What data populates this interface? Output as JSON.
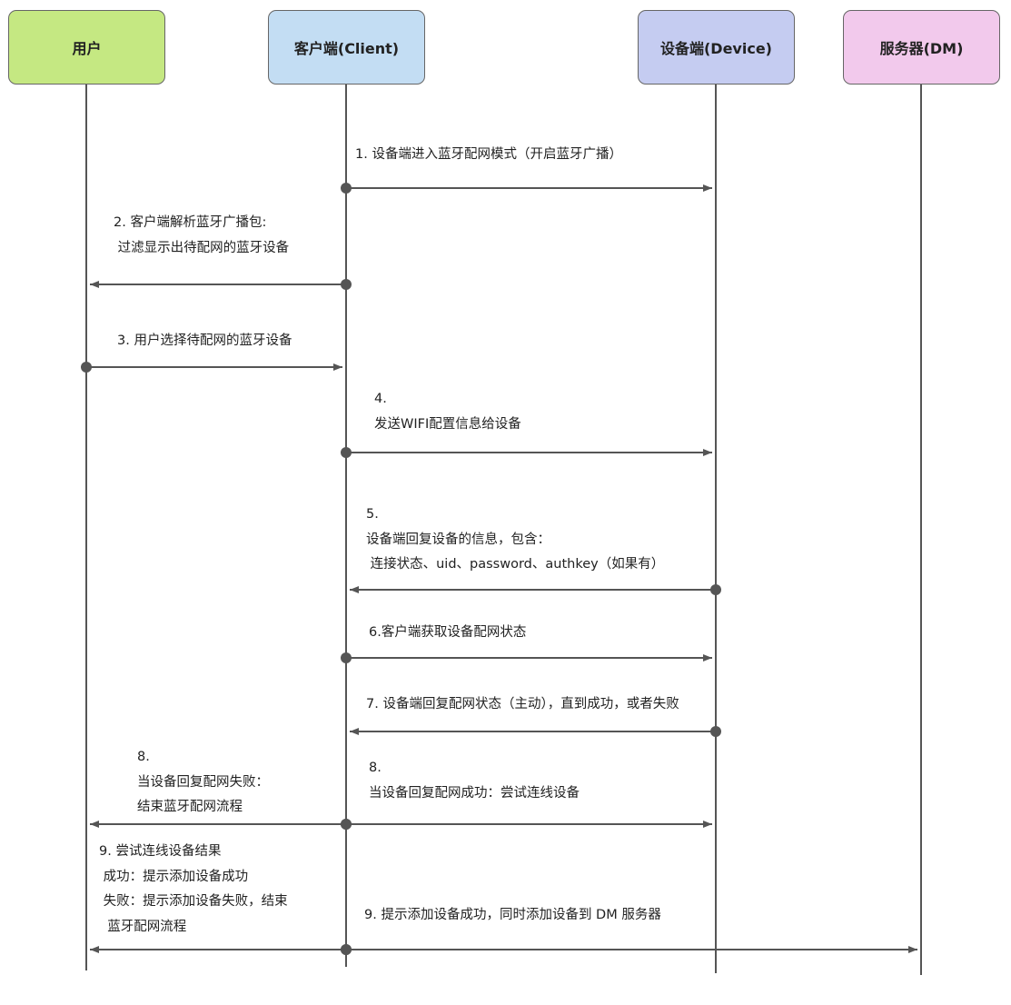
{
  "actors": [
    {
      "label": "用户",
      "color": "#c5e882"
    },
    {
      "label": "客户端(Client)",
      "color": "#c3ddf3"
    },
    {
      "label": "设备端(Device)",
      "color": "#c5ccf1"
    },
    {
      "label": "服务器(DM)",
      "color": "#f2c9ec"
    }
  ],
  "messages": [
    {
      "text": "1. 设备端进入蓝牙配网模式（开启蓝牙广播）",
      "from": 1,
      "to": 2
    },
    {
      "text": "2. 客户端解析蓝牙广播包:\n 过滤显示出待配网的蓝牙设备",
      "from": 1,
      "to": 0
    },
    {
      "text": "3. 用户选择待配网的蓝牙设备",
      "from": 0,
      "to": 1
    },
    {
      "text": "4.\n发送WIFI配置信息给设备",
      "from": 1,
      "to": 2
    },
    {
      "text": "5.\n设备端回复设备的信息，包含：\n 连接状态、uid、password、authkey（如果有）",
      "from": 2,
      "to": 1
    },
    {
      "text": "6.客户端获取设备配网状态",
      "from": 1,
      "to": 2
    },
    {
      "text": "7. 设备端回复配网状态（主动），直到成功，或者失败",
      "from": 2,
      "to": 1
    },
    {
      "text": "8.\n当设备回复配网失败：\n结束蓝牙配网流程",
      "from": 1,
      "to": 0
    },
    {
      "text": "8.\n当设备回复配网成功：尝试连线设备",
      "from": 1,
      "to": 2
    },
    {
      "text": "9. 尝试连线设备结果\n 成功：提示添加设备成功\n 失败：提示添加设备失败，结束\n  蓝牙配网流程",
      "from": 1,
      "to": 0
    },
    {
      "text": "9. 提示添加设备成功，同时添加设备到 DM 服务器",
      "from": 1,
      "to": 3
    }
  ]
}
